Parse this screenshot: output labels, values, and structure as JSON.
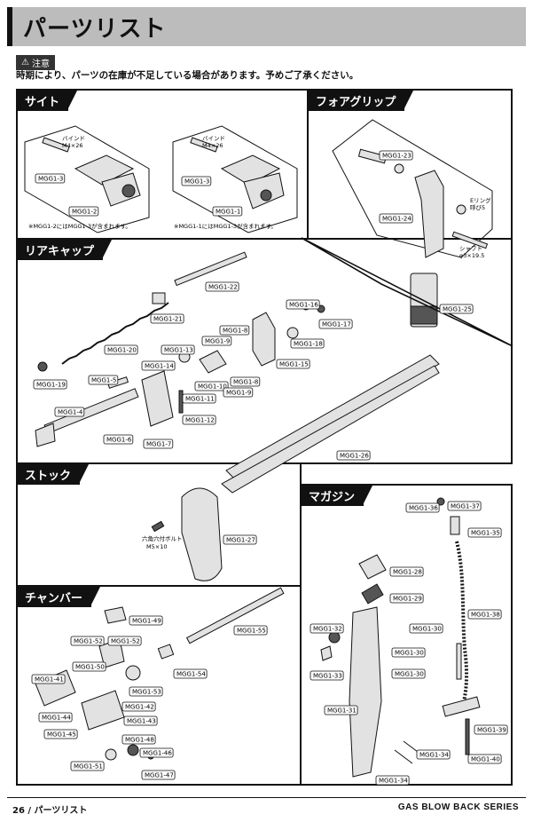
{
  "page_title": "パーツリスト",
  "notice": {
    "badge": "注意",
    "text": "時期により、パーツの在庫が不足している場合があります。予めご了承ください。"
  },
  "sections": {
    "sight": "サイト",
    "foregrip": "フォアグリップ",
    "rearcap": "リアキャップ",
    "stock": "ストック",
    "magazine": "マガジン",
    "chamber": "チャンバー"
  },
  "sight_notes": {
    "left": {
      "part_a": "MGG1-2",
      "mid": "には",
      "part_b": "MGG1-3",
      "tail": "が含まれます。"
    },
    "right": {
      "part_a": "MGG1-1",
      "mid": "には",
      "part_b": "MGG1-3",
      "tail": "が含まれます。"
    },
    "screw_left": [
      "バインド",
      "M4×26"
    ],
    "screw_right": [
      "バインド",
      "M4×26"
    ]
  },
  "foregrip_notes": {
    "oring": [
      "Eリング",
      "呼び5"
    ],
    "shaft": [
      "シャフト",
      "φ3×19.5"
    ]
  },
  "stock_note": [
    "六角穴付ボルト",
    "M5×10"
  ],
  "labels": {
    "sight": [
      "MGG1-3",
      "MGG1-2",
      "MGG1-3",
      "MGG1-1"
    ],
    "foregrip": [
      "MGG1-23",
      "MGG1-24",
      "MGG1-25"
    ],
    "rearcap": [
      "MGG1-22",
      "MGG1-21",
      "MGG1-20",
      "MGG1-19",
      "MGG1-16",
      "MGG1-17",
      "MGG1-8",
      "MGG1-9",
      "MGG1-18",
      "MGG1-15",
      "MGG1-13",
      "MGG1-14",
      "MGG1-10",
      "MGG1-9",
      "MGG1-8",
      "MGG1-5",
      "MGG1-11",
      "MGG1-12",
      "MGG1-4",
      "MGG1-6",
      "MGG1-7"
    ],
    "stock": [
      "MGG1-26",
      "MGG1-27"
    ],
    "magazine": [
      "MGG1-36",
      "MGG1-37",
      "MGG1-35",
      "MGG1-28",
      "MGG1-29",
      "MGG1-38",
      "MGG1-32",
      "MGG1-30",
      "MGG1-30",
      "MGG1-33",
      "MGG1-30",
      "MGG1-31",
      "MGG1-39",
      "MGG1-34",
      "MGG1-40",
      "MGG1-34"
    ],
    "chamber": [
      "MGG1-49",
      "MGG1-55",
      "MGG1-52",
      "MGG1-52",
      "MGG1-50",
      "MGG1-54",
      "MGG1-41",
      "MGG1-53",
      "MGG1-42",
      "MGG1-44",
      "MGG1-43",
      "MGG1-45",
      "MGG1-48",
      "MGG1-46",
      "MGG1-51",
      "MGG1-47"
    ]
  },
  "footer": {
    "page": "26 / パーツリスト",
    "series": "GAS BLOW BACK SERIES"
  }
}
